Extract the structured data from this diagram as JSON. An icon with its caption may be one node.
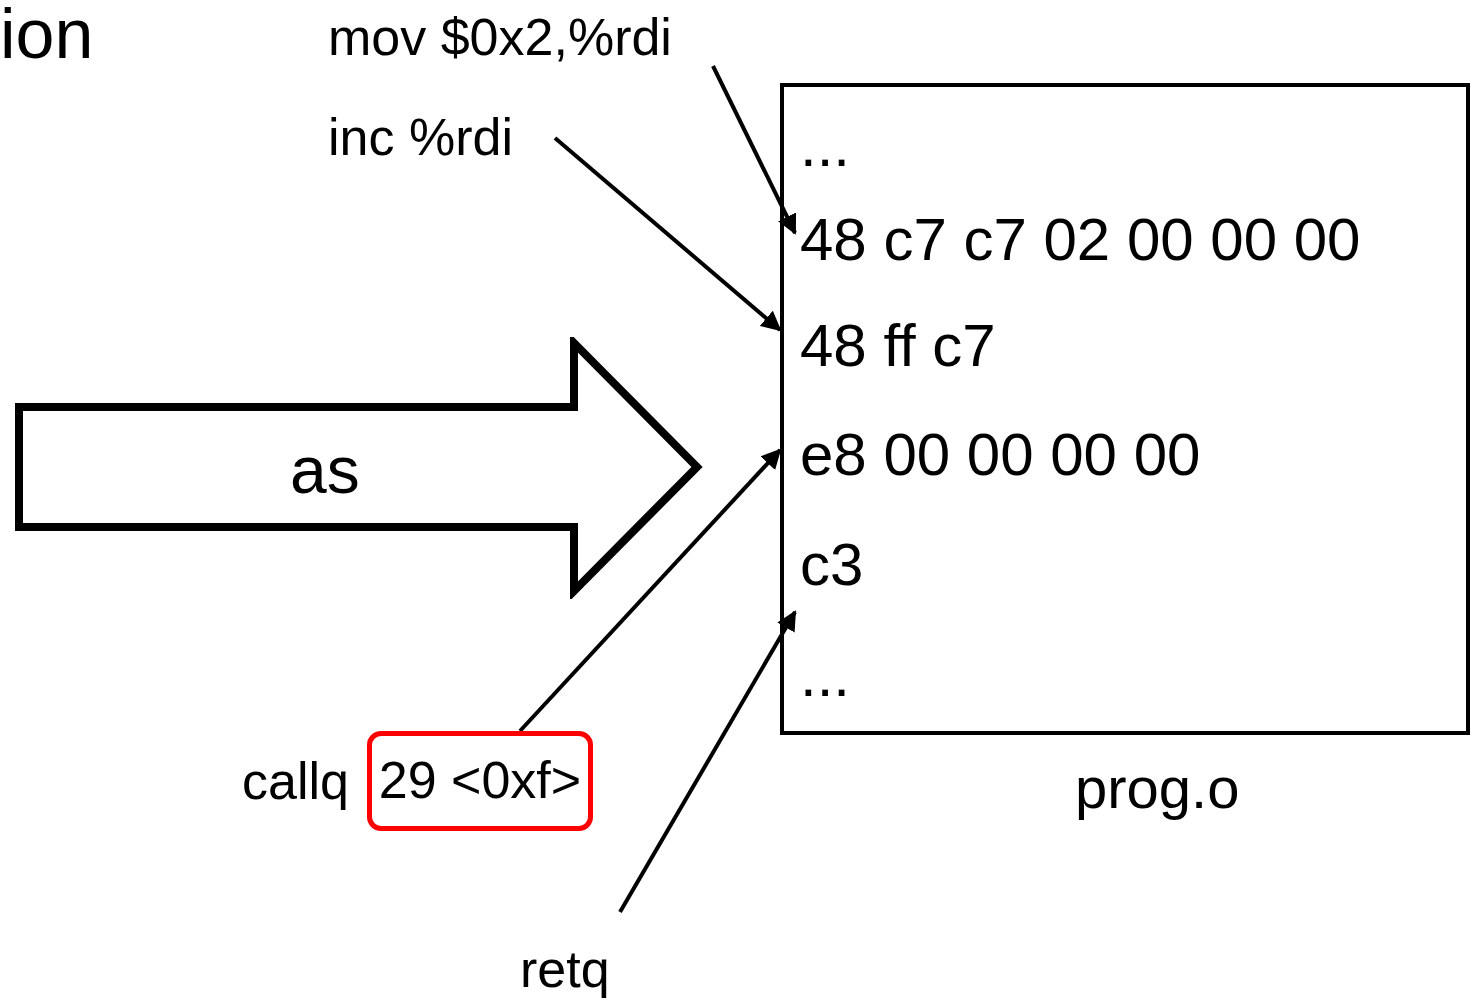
{
  "diagram": {
    "nodes": [
      {
        "text": [
          "prog.o"
        ]
      },
      {
        "text": [
          "..."
        ],
        "in": 0
      },
      {
        "text": [
          "48 c7 c7 02 00 00 00"
        ],
        "in": 0
      },
      {
        "text": [
          "48 ff c7"
        ],
        "in": 0
      },
      {
        "text": [
          "e8 00 00 00 00"
        ],
        "in": 0
      },
      {
        "text": [
          "c3"
        ],
        "in": 0
      },
      {
        "text": [
          "..."
        ],
        "in": 0
      },
      {
        "text": [
          "as"
        ]
      },
      {
        "text": [
          "mov $0x2,%rdi"
        ]
      },
      {
        "text": [
          "inc %rdi"
        ]
      },
      {
        "text": [
          "29 <0xf>"
        ],
        "beside": [
          "callq"
        ]
      },
      {
        "text": [
          "retq"
        ]
      }
    ],
    "edges": [
      {
        "from": 8,
        "to": 2,
        "arrow": "to"
      },
      {
        "from": 9,
        "to": 3,
        "arrow": "to"
      },
      {
        "from": 10,
        "to": 4,
        "arrow": "to"
      },
      {
        "from": 11,
        "to": 5,
        "arrow": "to"
      }
    ],
    "labels": [
      "ion"
    ]
  }
}
